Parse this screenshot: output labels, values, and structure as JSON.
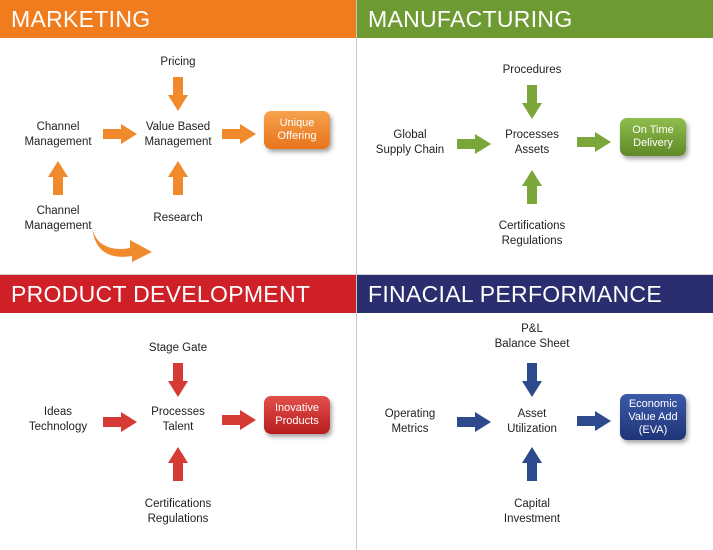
{
  "quadrants": [
    {
      "title": "MARKETING",
      "color": "#f07c1e",
      "top_label": "Pricing",
      "left_label": "Channel\nManagement",
      "center_label": "Value Based\nManagement",
      "bottom_left_label": "Channel\nManagement",
      "bottom_label": "Research",
      "result": "Unique\nOffering"
    },
    {
      "title": "MANUFACTURING",
      "color": "#6e9a33",
      "top_label": "Procedures",
      "left_label": "Global\nSupply Chain",
      "center_label": "Processes\nAssets",
      "bottom_label": "Certifications\nRegulations",
      "result": "On Time\nDelivery"
    },
    {
      "title": "PRODUCT DEVELOPMENT",
      "color": "#cf2027",
      "top_label": "Stage Gate",
      "left_label": "Ideas\nTechnology",
      "center_label": "Processes\nTalent",
      "bottom_label": "Certifications\nRegulations",
      "result": "Inovative\nProducts"
    },
    {
      "title": "FINACIAL PERFORMANCE",
      "color": "#2a2e6e",
      "top_label": "P&L\nBalance Sheet",
      "left_label": "Operating\nMetrics",
      "center_label": "Asset\nUtilization",
      "bottom_label": "Capital\nInvestment",
      "result": "Economic\nValue Add\n(EVA)"
    }
  ],
  "arrow_colors": {
    "orange": "#f08a2c",
    "green": "#7aa63a",
    "red": "#d63a35",
    "navy": "#2c4a8c"
  }
}
